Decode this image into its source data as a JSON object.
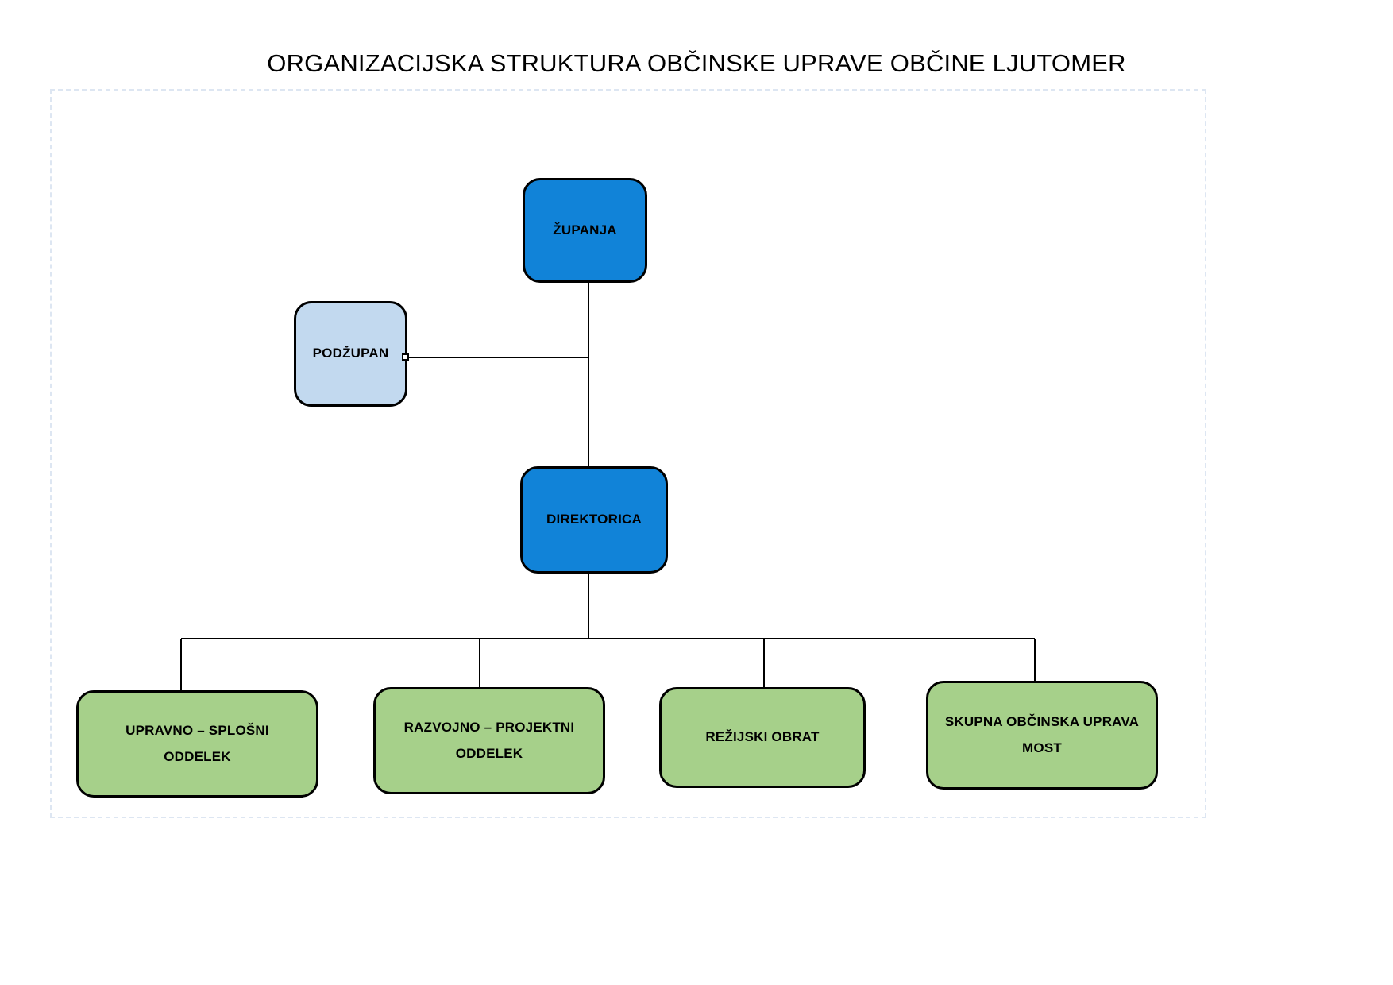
{
  "page": {
    "title": "ORGANIZACIJSKA STRUKTURA OBČINSKE UPRAVE OBČINE LJUTOMER",
    "background_color": "#ffffff",
    "frame_border_color": "#dde6f2"
  },
  "colors": {
    "executive_blue": "#1183d8",
    "deputy_light_blue": "#c2d9ef",
    "department_green": "#a6d08a",
    "outline_black": "#000000",
    "text_black": "#000000"
  },
  "chart_data": {
    "type": "diagram",
    "subtype": "organizational-chart",
    "title": "ORGANIZACIJSKA STRUKTURA OBČINSKE UPRAVE OBČINE LJUTOMER",
    "nodes": [
      {
        "id": "zupanja",
        "label": "ŽUPANJA",
        "label_line1": "ŽUPANJA",
        "label_line2": "",
        "level": 1,
        "color": "#1183d8"
      },
      {
        "id": "podzupan",
        "label": "PODŽUPAN",
        "label_line1": "PODŽUPAN",
        "label_line2": "",
        "level": 1,
        "color": "#c2d9ef"
      },
      {
        "id": "direktorica",
        "label": "DIREKTORICA",
        "label_line1": "DIREKTORICA",
        "label_line2": "",
        "level": 2,
        "color": "#1183d8"
      },
      {
        "id": "upravno",
        "label": "UPRAVNO – SPLOŠNI ODDELEK",
        "label_line1": "UPRAVNO – SPLOŠNI",
        "label_line2": "ODDELEK",
        "level": 3,
        "color": "#a6d08a"
      },
      {
        "id": "razvojno",
        "label": "RAZVOJNO – PROJEKTNI ODDELEK",
        "label_line1": "RAZVOJNO – PROJEKTNI",
        "label_line2": "ODDELEK",
        "level": 3,
        "color": "#a6d08a"
      },
      {
        "id": "rezijski",
        "label": "REŽIJSKI OBRAT",
        "label_line1": "REŽIJSKI OBRAT",
        "label_line2": "",
        "level": 3,
        "color": "#a6d08a"
      },
      {
        "id": "skupna",
        "label": "SKUPNA OBČINSKA UPRAVA MOST",
        "label_line1": "SKUPNA OBČINSKA UPRAVA",
        "label_line2": "MOST",
        "level": 3,
        "color": "#a6d08a"
      }
    ],
    "edges": [
      {
        "from": "zupanja",
        "to": "podzupan",
        "style": "solid"
      },
      {
        "from": "zupanja",
        "to": "direktorica",
        "style": "solid"
      },
      {
        "from": "direktorica",
        "to": "upravno",
        "style": "solid"
      },
      {
        "from": "direktorica",
        "to": "razvojno",
        "style": "solid"
      },
      {
        "from": "direktorica",
        "to": "rezijski",
        "style": "solid"
      },
      {
        "from": "direktorica",
        "to": "skupna",
        "style": "solid"
      }
    ],
    "legend": [],
    "annotations": []
  }
}
